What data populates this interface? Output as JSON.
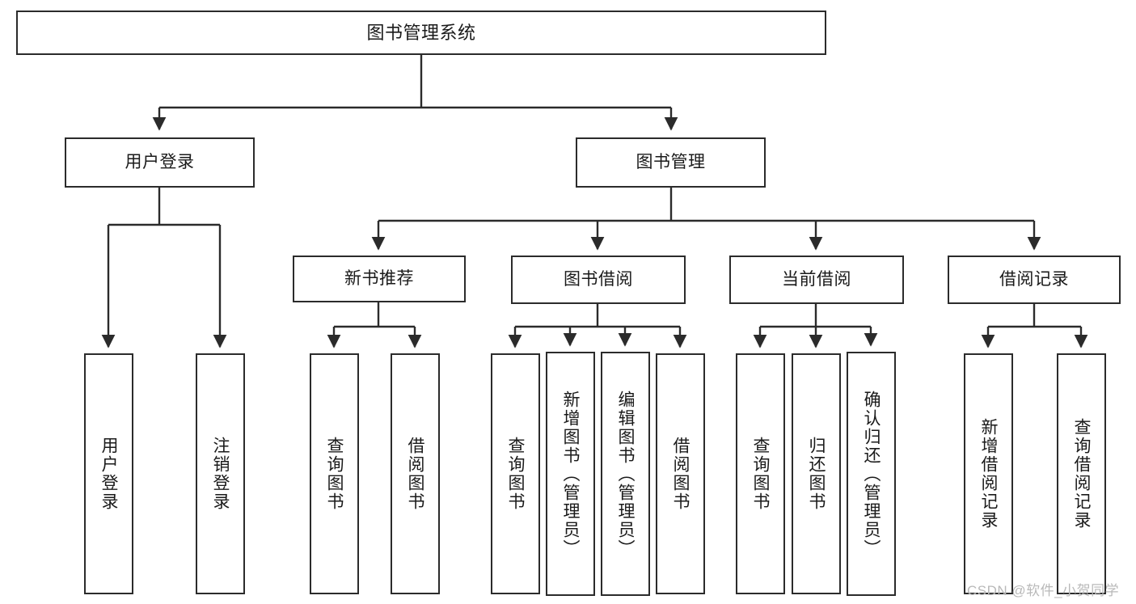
{
  "diagram": {
    "title": "图书管理系统",
    "type": "tree",
    "colors": {
      "box_border": "#2b2b2b",
      "box_fill": "#ffffff",
      "connector": "#2b2b2b",
      "text": "#1a1a1a",
      "watermark": "#b9b9b9",
      "background": "#ffffff"
    },
    "root": {
      "label": "图书管理系统"
    },
    "level2": [
      {
        "label": "用户登录"
      },
      {
        "label": "图书管理"
      }
    ],
    "level3": [
      {
        "label": "新书推荐"
      },
      {
        "label": "图书借阅"
      },
      {
        "label": "当前借阅"
      },
      {
        "label": "借阅记录"
      }
    ],
    "leaves": {
      "user_login": [
        {
          "label": "用户登录"
        },
        {
          "label": "注销登录"
        }
      ],
      "new_book_recommend": [
        {
          "label": "查询图书"
        },
        {
          "label": "借阅图书"
        }
      ],
      "book_borrow": [
        {
          "label": "查询图书"
        },
        {
          "label": "新增图书（管理员）"
        },
        {
          "label": "编辑图书（管理员）"
        },
        {
          "label": "借阅图书"
        }
      ],
      "current_borrow": [
        {
          "label": "查询图书"
        },
        {
          "label": "归还图书"
        },
        {
          "label": "确认归还（管理员）"
        }
      ],
      "borrow_record": [
        {
          "label": "新增借阅记录"
        },
        {
          "label": "查询借阅记录"
        }
      ]
    },
    "watermark": "CSDN @软件_小贺同学"
  },
  "chart_data": {
    "type": "table",
    "title": "图书管理系统 功能结构图",
    "nodes": [
      {
        "id": "root",
        "label": "图书管理系统",
        "level": 0,
        "parent": null
      },
      {
        "id": "user-login",
        "label": "用户登录",
        "level": 1,
        "parent": "root"
      },
      {
        "id": "book-manage",
        "label": "图书管理",
        "level": 1,
        "parent": "root"
      },
      {
        "id": "leaf-user-login",
        "label": "用户登录",
        "level": 2,
        "parent": "user-login"
      },
      {
        "id": "leaf-logout",
        "label": "注销登录",
        "level": 2,
        "parent": "user-login"
      },
      {
        "id": "new-book",
        "label": "新书推荐",
        "level": 2,
        "parent": "book-manage"
      },
      {
        "id": "book-borrow",
        "label": "图书借阅",
        "level": 2,
        "parent": "book-manage"
      },
      {
        "id": "current-borrow",
        "label": "当前借阅",
        "level": 2,
        "parent": "book-manage"
      },
      {
        "id": "borrow-record",
        "label": "借阅记录",
        "level": 2,
        "parent": "book-manage"
      },
      {
        "id": "nb-query",
        "label": "查询图书",
        "level": 3,
        "parent": "new-book"
      },
      {
        "id": "nb-borrow",
        "label": "借阅图书",
        "level": 3,
        "parent": "new-book"
      },
      {
        "id": "bb-query",
        "label": "查询图书",
        "level": 3,
        "parent": "book-borrow"
      },
      {
        "id": "bb-add",
        "label": "新增图书（管理员）",
        "level": 3,
        "parent": "book-borrow"
      },
      {
        "id": "bb-edit",
        "label": "编辑图书（管理员）",
        "level": 3,
        "parent": "book-borrow"
      },
      {
        "id": "bb-borrow",
        "label": "借阅图书",
        "level": 3,
        "parent": "book-borrow"
      },
      {
        "id": "cb-query",
        "label": "查询图书",
        "level": 3,
        "parent": "current-borrow"
      },
      {
        "id": "cb-return",
        "label": "归还图书",
        "level": 3,
        "parent": "current-borrow"
      },
      {
        "id": "cb-confirm",
        "label": "确认归还（管理员）",
        "level": 3,
        "parent": "current-borrow"
      },
      {
        "id": "br-add",
        "label": "新增借阅记录",
        "level": 3,
        "parent": "borrow-record"
      },
      {
        "id": "br-query",
        "label": "查询借阅记录",
        "level": 3,
        "parent": "borrow-record"
      }
    ]
  }
}
